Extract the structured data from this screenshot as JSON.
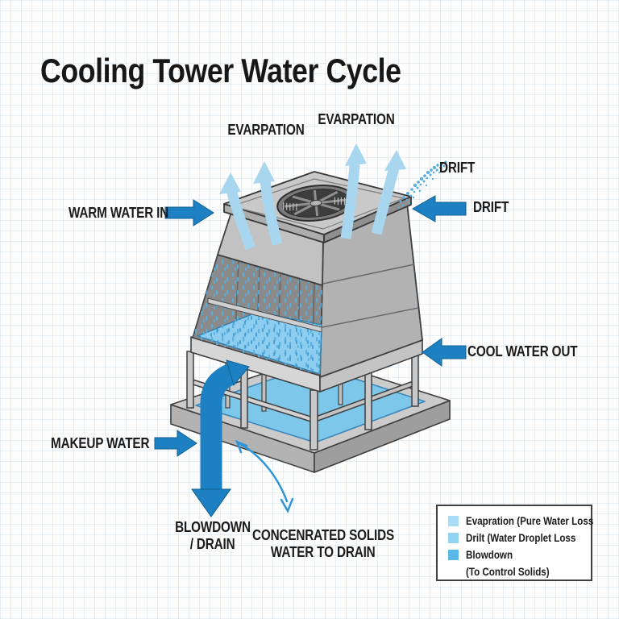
{
  "title": "Cooling Tower Water Cycle",
  "labels": {
    "evaporation_left": "EVARPATION",
    "evaporation_right": "EVARPATION",
    "drift_top": "DRIFT",
    "drift_side": "DRIFT",
    "warm_water_in": "WARM WATER IN",
    "cool_water_out": "COOL WATER OUT",
    "makeup_water": "MAKEUP WATER",
    "blowdown_line1": "BLOWDOWN",
    "blowdown_line2": "/ DRAIN",
    "solids_line1": "CONCENRATED SOLIDS",
    "solids_line2": "WATER TO DRAIN"
  },
  "legend": {
    "items": [
      {
        "label": "Evapration (Pure Water Loss",
        "color": "#a9dcf4"
      },
      {
        "label": "Drilt (Water Droplet Loss",
        "color": "#92d3f2"
      },
      {
        "label": "Blowdown",
        "label2": "(To Control Solids)",
        "color": "#5ab8e8"
      }
    ]
  },
  "colors": {
    "arrow_blue": "#1c80c3",
    "evaporation_blue": "#a7d6ee",
    "thin_arrow_blue": "#2e96d6",
    "water_blue": "#8ccdf0",
    "basin_blue": "#7cc7ea",
    "drift_dot_blue": "#55aede",
    "outline_gray": "#3f3f3f"
  }
}
